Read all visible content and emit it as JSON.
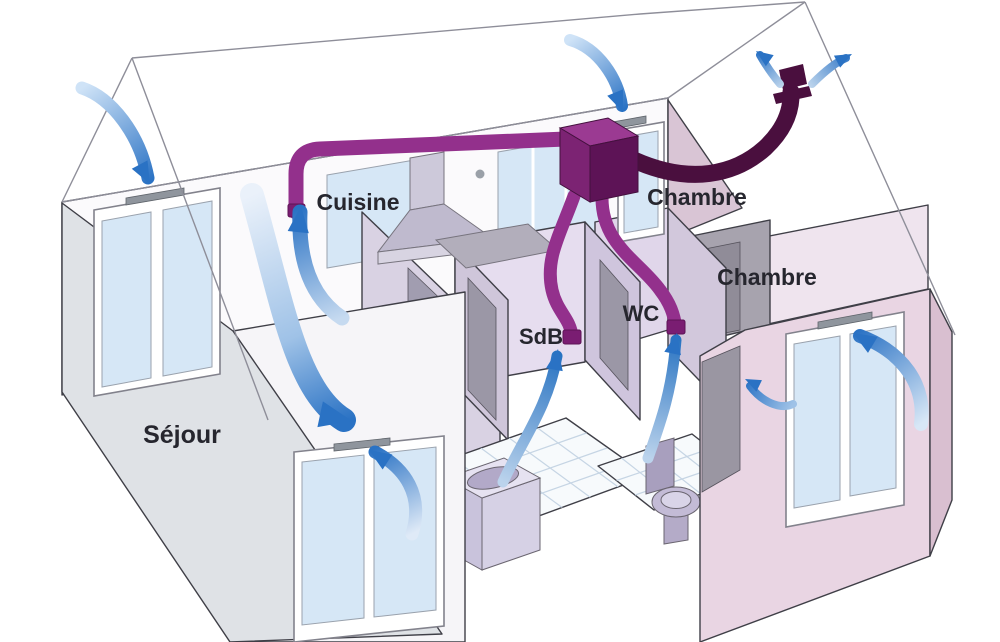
{
  "diagram": {
    "type": "house-ventilation-cutaway",
    "rooms": {
      "sejour": {
        "label": "Séjour"
      },
      "cuisine": {
        "label": "Cuisine"
      },
      "chambre_back": {
        "label": "Chambre"
      },
      "chambre_front": {
        "label": "Chambre"
      },
      "sdb": {
        "label": "SdB"
      },
      "wc": {
        "label": "WC"
      }
    },
    "colors": {
      "fresh_air_blue": "#2A72C4",
      "fresh_air_light": "#CFE3F7",
      "extract_duct_purple": "#93308C",
      "duct_stub": "#7A1D72",
      "exhaust_duct_dark": "#4A0F3E",
      "junction_box_purple": "#7C2373",
      "label_text": "#26262E",
      "window_glass": "#D6E7F6",
      "wall_lavender": "#D9D2E3",
      "wall_pink": "#E9D5E3"
    }
  }
}
